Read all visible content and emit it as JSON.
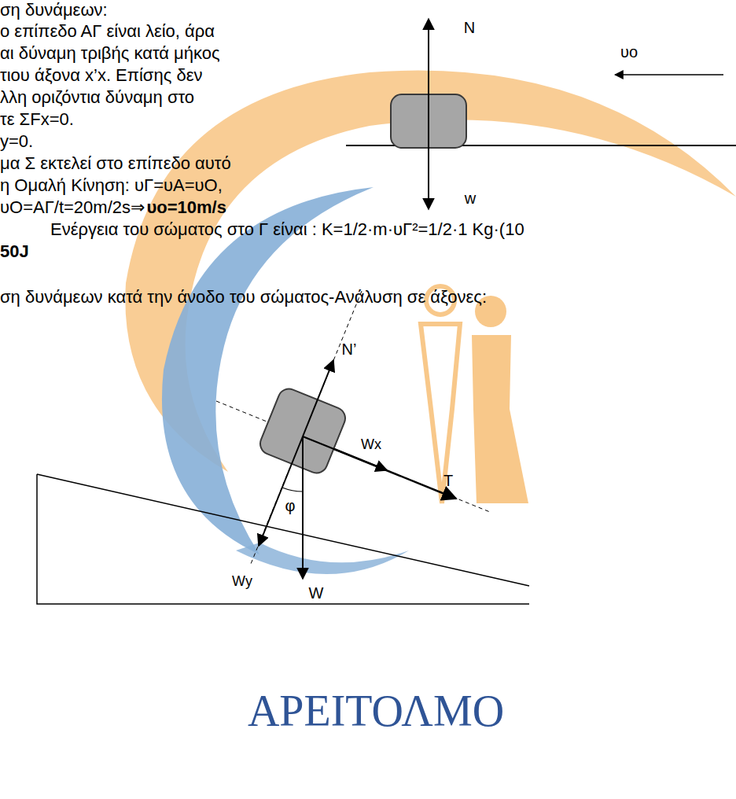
{
  "diagram": {
    "labels": [
      "ση δυνάμεων:",
      "ο επίπεδο ΑΓ είναι λείο, άρα",
      "αι δύναμη τριβής κατά μήκος",
      "τιου άξονα x’x. Επίσης δεν",
      "λλη οριζόντια δύναμη στο",
      "τε ΣFx=0.",
      "y=0.",
      "μα Σ εκτελεί στο επίπεδο αυτό",
      "η Ομαλή Κίνηση: υΓ=υΑ=υΟ,",
      "υΟ=ΑΓ/t=20m/2s⇒",
      "υo=10m/s",
      "Ενέργεια του σώματος στο Γ είναι : K=1/2·m·υΓ²=1/2·1 Kg·(10",
      "50J",
      "ση δυνάμεων κατά την άνοδο του σώματος-Ανάλυση σε άξονες:",
      "N",
      "υo",
      "w",
      "N’",
      "Wx",
      "T",
      "φ",
      "W",
      "Wy",
      "ΑΡΕΙΤΟΛΜΟ"
    ]
  }
}
